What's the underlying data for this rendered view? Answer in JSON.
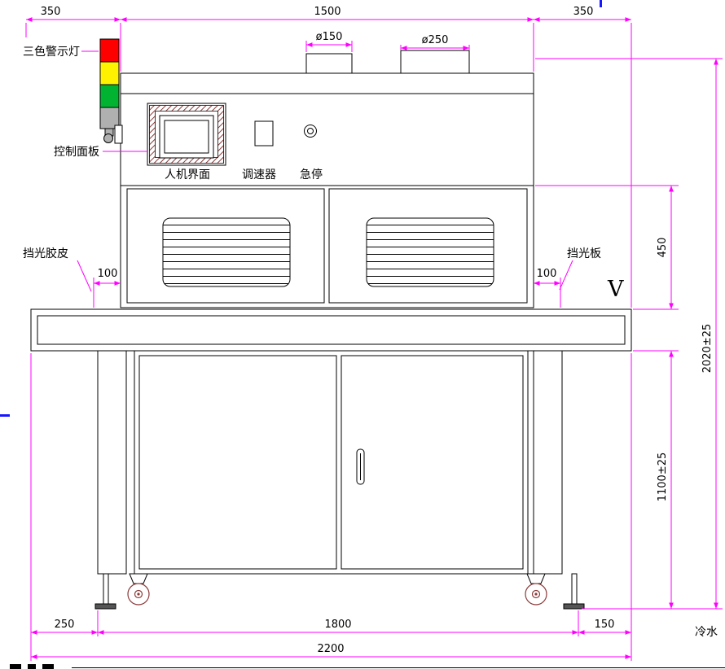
{
  "drawing": {
    "callouts": {
      "warning_light": "三色警示灯",
      "control_panel": "控制面板",
      "hmi": "人机界面",
      "speed_controller": "调速器",
      "emergency_stop": "急停",
      "shade_rubber": "挡光胶皮",
      "shade_plate": "挡光板",
      "cold_water": "冷水",
      "v_mark": "V"
    },
    "dimensions": {
      "top_left_350": "350",
      "top_1500": "1500",
      "top_right_350": "350",
      "duct_150": "ø150",
      "duct_250": "ø250",
      "left_100": "100",
      "right_100": "100",
      "height_450": "450",
      "height_2020": "2020±25",
      "height_1100": "1100±25",
      "bottom_250": "250",
      "bottom_1800": "1800",
      "bottom_150": "150",
      "bottom_2200": "2200"
    },
    "colors": {
      "dimension": "#FF00FF",
      "outline": "#000000",
      "lamp_red": "#FF0000",
      "lamp_yellow": "#FFF200",
      "lamp_green": "#00B432",
      "lamp_base_gray": "#B0B0B0",
      "hatch_maroon": "#8B3A3A",
      "accent_blue": "#1616FF",
      "background": "#FFFFFF"
    }
  }
}
